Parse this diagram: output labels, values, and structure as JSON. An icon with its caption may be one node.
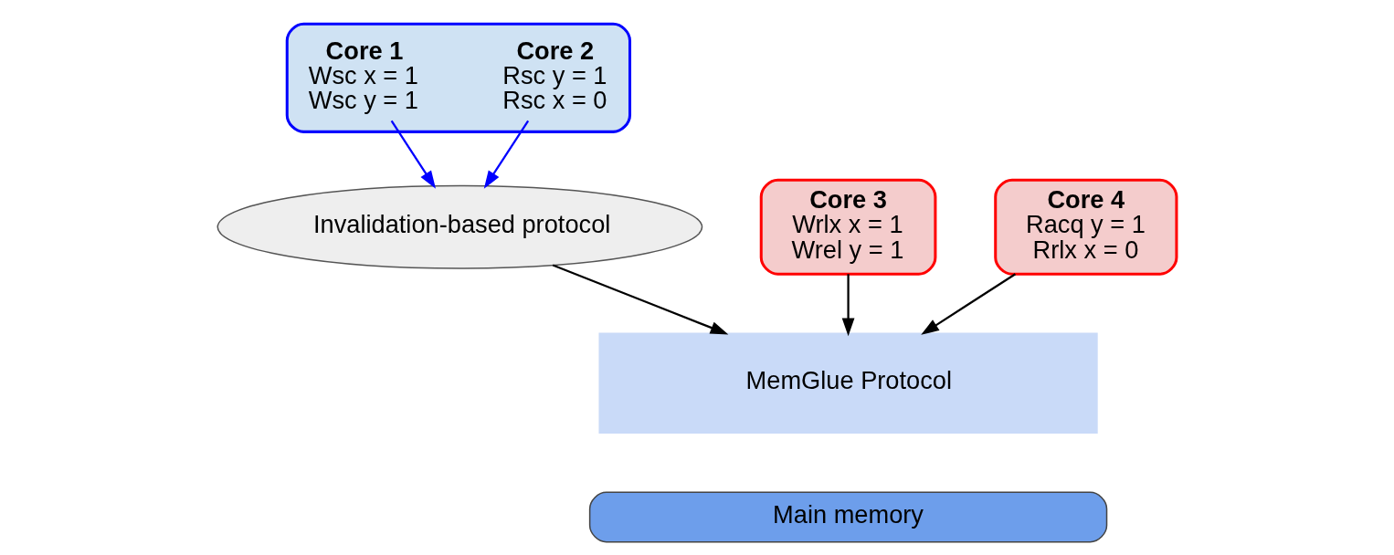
{
  "diagram": {
    "nodes": [
      {
        "text": [],
        "shape": "box"
      },
      {
        "text": [
          "Core 1",
          "Wsc x = 1",
          "Wsc y = 1"
        ],
        "in": 0
      },
      {
        "text": [
          "Core 2",
          "Rsc y = 1",
          "Rsc x = 0"
        ],
        "in": 0
      },
      {
        "text": [
          "Invalidation-based protocol"
        ]
      },
      {
        "text": [
          "Core 3",
          "Wrlx x = 1",
          "Wrel y = 1"
        ]
      },
      {
        "text": [
          "Core 4",
          "Racq y = 1",
          "Rrlx x = 0"
        ]
      },
      {
        "text": [
          "MemGlue Protocol"
        ]
      },
      {
        "text": [
          "Main memory"
        ]
      }
    ],
    "edges": [
      {
        "from": 1,
        "to": 3,
        "arrow": "to",
        "color": "#0000ff"
      },
      {
        "from": 2,
        "to": 3,
        "arrow": "to",
        "color": "#0000ff"
      },
      {
        "from": 3,
        "to": 6,
        "arrow": "to"
      },
      {
        "from": 4,
        "to": 6,
        "arrow": "to"
      },
      {
        "from": 5,
        "to": 6,
        "arrow": "to"
      }
    ]
  }
}
